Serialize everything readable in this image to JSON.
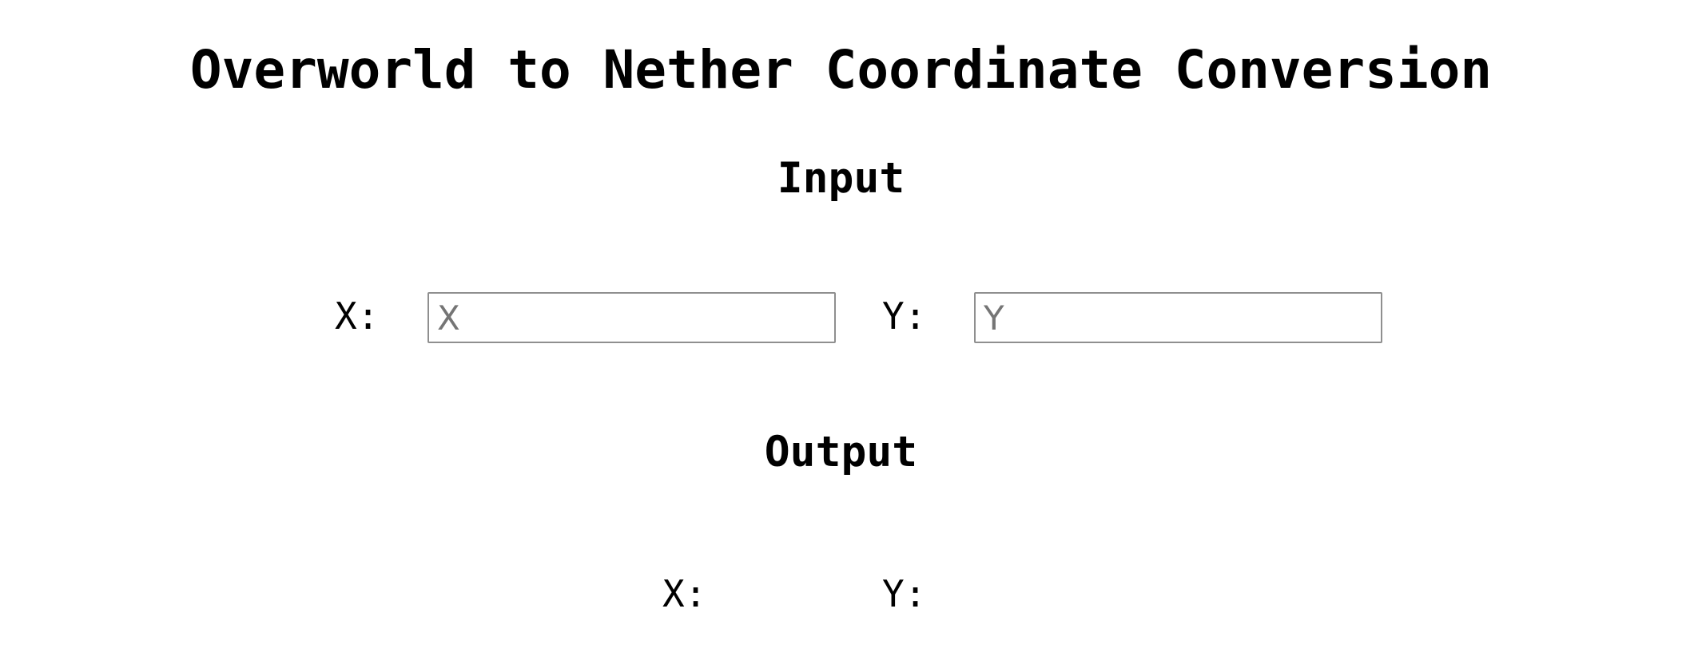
{
  "title": "Overworld to Nether Coordinate Conversion",
  "input_section": {
    "heading": "Input",
    "x_label": "X:",
    "x_value": "",
    "x_placeholder": "X",
    "y_label": "Y:",
    "y_value": "",
    "y_placeholder": "Y"
  },
  "output_section": {
    "heading": "Output",
    "x_label": "X:",
    "x_value": "",
    "y_label": "Y:",
    "y_value": ""
  }
}
